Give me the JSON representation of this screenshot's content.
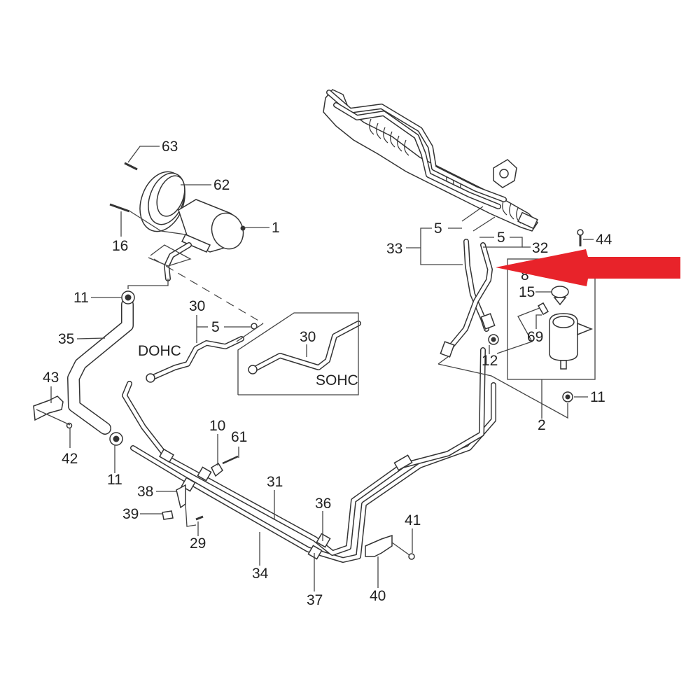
{
  "diagram": {
    "title": "Power steering system exploded parts diagram",
    "colors": {
      "background": "#ffffff",
      "line": "#444444",
      "highlight_arrow": "#e8232a"
    },
    "variants": {
      "dohc_label": "DOHC",
      "sohc_label": "SOHC"
    },
    "callouts": [
      {
        "id": "c63",
        "label": "63",
        "part": "pulley bolt"
      },
      {
        "id": "c62",
        "label": "62",
        "part": "pulley"
      },
      {
        "id": "c1",
        "label": "1",
        "part": "power steering pump"
      },
      {
        "id": "c16",
        "label": "16",
        "part": "pump bolt"
      },
      {
        "id": "c11a",
        "label": "11",
        "part": "hose clamp (pump)"
      },
      {
        "id": "c35",
        "label": "35",
        "part": "suction hose"
      },
      {
        "id": "c30a",
        "label": "30",
        "part": "pressure pipe (DOHC)"
      },
      {
        "id": "c5a",
        "label": "5",
        "part": "O-ring (DOHC pipe)"
      },
      {
        "id": "c30b",
        "label": "30",
        "part": "pressure pipe (SOHC)"
      },
      {
        "id": "c43",
        "label": "43",
        "part": "hose bracket"
      },
      {
        "id": "c42",
        "label": "42",
        "part": "bracket screw"
      },
      {
        "id": "c11b",
        "label": "11",
        "part": "hose clamp (lower)"
      },
      {
        "id": "c10",
        "label": "10",
        "part": "pipe clip"
      },
      {
        "id": "c61",
        "label": "61",
        "part": "clip bolt"
      },
      {
        "id": "c38",
        "label": "38",
        "part": "pipe bracket"
      },
      {
        "id": "c39",
        "label": "39",
        "part": "bracket clip"
      },
      {
        "id": "c29",
        "label": "29",
        "part": "bracket bolt"
      },
      {
        "id": "c31",
        "label": "31",
        "part": "pressure pipe"
      },
      {
        "id": "c34",
        "label": "34",
        "part": "return pipe"
      },
      {
        "id": "c36",
        "label": "36",
        "part": "pipe grommet"
      },
      {
        "id": "c37",
        "label": "37",
        "part": "pipe grommet"
      },
      {
        "id": "c40",
        "label": "40",
        "part": "pipe bracket"
      },
      {
        "id": "c41",
        "label": "41",
        "part": "bracket bolt"
      },
      {
        "id": "c33",
        "label": "33",
        "part": "feed pipe assembly"
      },
      {
        "id": "c5b",
        "label": "5",
        "part": "O-ring (feed pipe)"
      },
      {
        "id": "c5c",
        "label": "5",
        "part": "O-ring (return pipe)"
      },
      {
        "id": "c32",
        "label": "32",
        "part": "return pipe assembly"
      },
      {
        "id": "c44",
        "label": "44",
        "part": "reservoir bolt"
      },
      {
        "id": "c8",
        "label": "8",
        "part": "reservoir part (obscured)"
      },
      {
        "id": "c15",
        "label": "15",
        "part": "reservoir cap"
      },
      {
        "id": "c69",
        "label": "69",
        "part": "hose connector"
      },
      {
        "id": "c12",
        "label": "12",
        "part": "hose clamp"
      },
      {
        "id": "c11c",
        "label": "11",
        "part": "hose clamp (reservoir)"
      },
      {
        "id": "c2",
        "label": "2",
        "part": "reservoir assembly"
      }
    ]
  }
}
